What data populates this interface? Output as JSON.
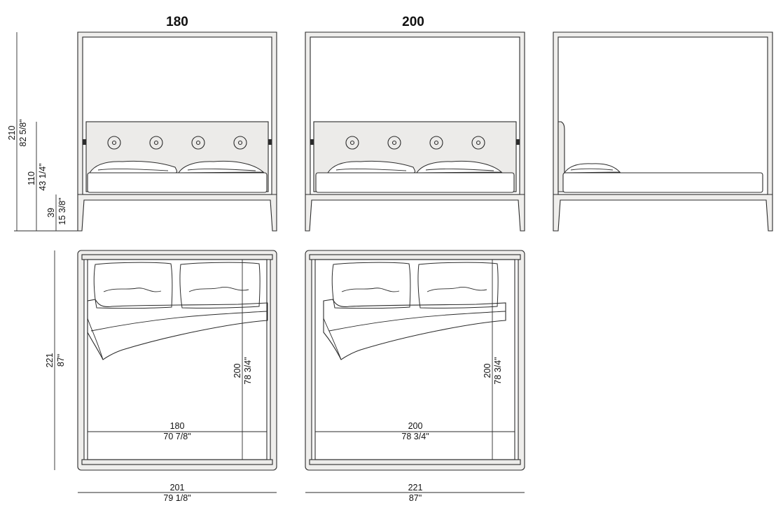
{
  "titles": {
    "size_180": "180",
    "size_200": "200"
  },
  "height_dims": {
    "total": {
      "cm": "210",
      "in": "82 5/8\""
    },
    "headboard": {
      "cm": "110",
      "in": "43 1/4\""
    },
    "base": {
      "cm": "39",
      "in": "15 3/8\""
    }
  },
  "depth_dim": {
    "cm": "221",
    "in": "87\""
  },
  "plan_180": {
    "mattress_length": {
      "cm": "200",
      "in": "78 3/4\""
    },
    "mattress_width": {
      "cm": "180",
      "in": "70 7/8\""
    },
    "overall_width": {
      "cm": "201",
      "in": "79 1/8\""
    }
  },
  "plan_200": {
    "mattress_length": {
      "cm": "200",
      "in": "78 3/4\""
    },
    "mattress_width": {
      "cm": "200",
      "in": "78 3/4\""
    },
    "overall_width": {
      "cm": "221",
      "in": "87\""
    }
  }
}
